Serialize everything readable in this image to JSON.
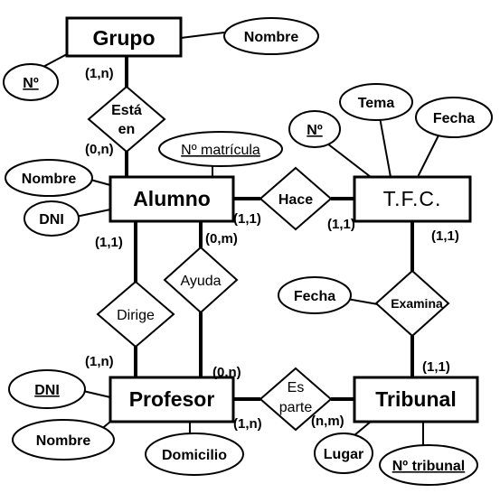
{
  "entities": {
    "grupo": "Grupo",
    "alumno": "Alumno",
    "tfc": "T.F.C.",
    "profesor": "Profesor",
    "tribunal": "Tribunal"
  },
  "relationships": {
    "esta_en_1": "Está",
    "esta_en_2": "en",
    "hace": "Hace",
    "ayuda": "Ayuda",
    "dirige": "Dirige",
    "examina": "Examina",
    "es_parte_1": "Es",
    "es_parte_2": "parte"
  },
  "attributes": {
    "grupo_nombre": "Nombre",
    "grupo_numero": "Nº",
    "alumno_matricula": "Nº matrícula",
    "alumno_nombre": "Nombre",
    "alumno_dni": "DNI",
    "tfc_numero": "Nº",
    "tfc_tema": "Tema",
    "tfc_fecha": "Fecha",
    "examina_fecha": "Fecha",
    "profesor_dni": "DNI",
    "profesor_nombre": "Nombre",
    "profesor_domicilio": "Domicilio",
    "tribunal_lugar": "Lugar",
    "tribunal_numero": "Nº tribunal"
  },
  "cardinalities": {
    "grupo_esta": "(1,n)",
    "alumno_esta": "(0,n)",
    "alumno_hace": "(1,1)",
    "tfc_hace": "(1,1)",
    "alumno_ayuda": "(0,m)",
    "alumno_dirige": "(1,1)",
    "tfc_examina": "(1,1)",
    "profesor_dirige": "(1,n)",
    "profesor_ayuda": "(0,n)",
    "tribunal_examina": "(1,1)",
    "profesor_esparte": "(1,n)",
    "tribunal_esparte": "(n,m)"
  }
}
